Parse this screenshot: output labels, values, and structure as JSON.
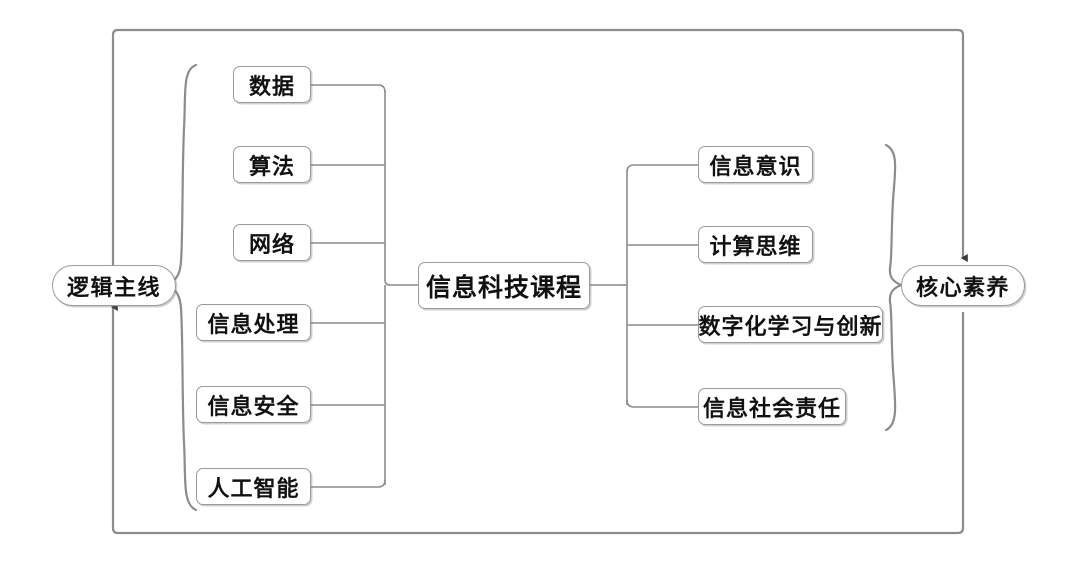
{
  "diagram": {
    "type": "mind-map",
    "title_node": "信息科技课程",
    "outer_frame": {
      "name": "outer-rectangle",
      "color": "#8c8c8c"
    },
    "left_endpoint": {
      "label": "逻辑主线",
      "shape": "rounded-pill",
      "arrow": "up"
    },
    "right_endpoint": {
      "label": "核心素养",
      "shape": "rounded-pill",
      "arrow": "down"
    },
    "center": {
      "label": "信息科技课程"
    },
    "left_branch": {
      "brace": "left-curly-brace",
      "items": [
        {
          "label": "数据"
        },
        {
          "label": "算法"
        },
        {
          "label": "网络"
        },
        {
          "label": "信息处理"
        },
        {
          "label": "信息安全"
        },
        {
          "label": "人工智能"
        }
      ]
    },
    "right_branch": {
      "brace": "right-curly-brace",
      "items": [
        {
          "label": "信息意识"
        },
        {
          "label": "计算思维"
        },
        {
          "label": "数字化学习与创新"
        },
        {
          "label": "信息社会责任"
        }
      ]
    },
    "colors": {
      "stroke": "#8c8c8c",
      "node_border": "#9a9a9a",
      "text": "#111111",
      "background": "#ffffff"
    }
  }
}
